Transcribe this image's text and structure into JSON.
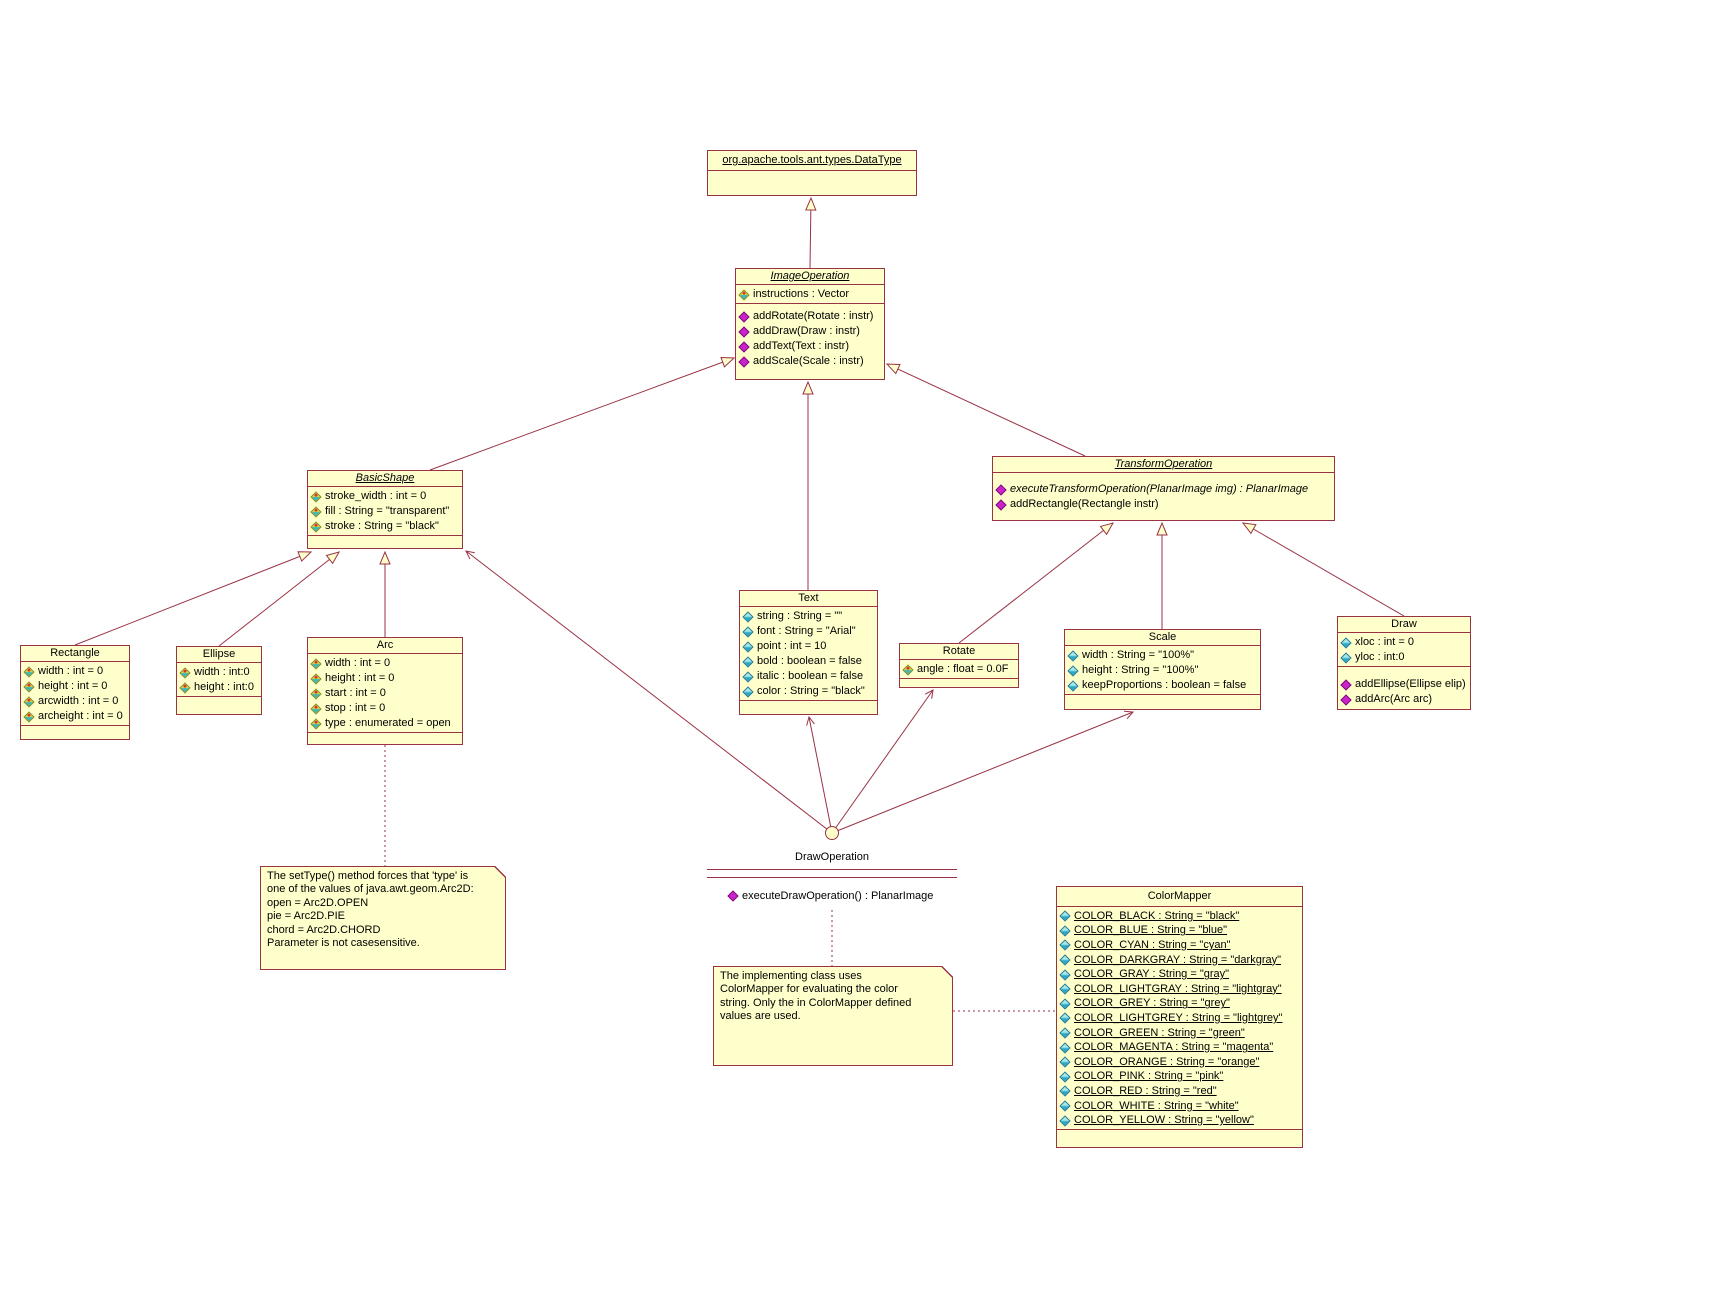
{
  "diagram": {
    "colors": {
      "box_fill": "#ffffcc",
      "box_border": "#993344",
      "connector": "#993344",
      "method_icon": "#cc22cc",
      "attr_icon_green": "#cccc44",
      "attr_icon_cyan": "#44bbcc",
      "text": "#000000"
    },
    "classes": {
      "datatype": {
        "name": "org.apache.tools.ant.types.DataType"
      },
      "image_operation": {
        "name": "ImageOperation",
        "attributes": [
          {
            "text": "instructions : Vector"
          }
        ],
        "methods": [
          {
            "text": "addRotate(Rotate : instr)"
          },
          {
            "text": "addDraw(Draw : instr)"
          },
          {
            "text": "addText(Text : instr)"
          },
          {
            "text": "addScale(Scale : instr)"
          }
        ]
      },
      "basic_shape": {
        "name": "BasicShape",
        "attributes": [
          {
            "text": "stroke_width : int = 0"
          },
          {
            "text": "fill : String = \"transparent\""
          },
          {
            "text": "stroke : String = \"black\""
          }
        ]
      },
      "transform_operation": {
        "name": "TransformOperation",
        "methods": [
          {
            "text": "executeTransformOperation(PlanarImage img) : PlanarImage",
            "style": "abstract"
          },
          {
            "text": "addRectangle(Rectangle instr)"
          }
        ]
      },
      "rectangle": {
        "name": "Rectangle",
        "attributes": [
          {
            "text": "width : int = 0"
          },
          {
            "text": "height : int = 0"
          },
          {
            "text": "arcwidth : int = 0"
          },
          {
            "text": "archeight : int = 0"
          }
        ]
      },
      "ellipse": {
        "name": "Ellipse",
        "attributes": [
          {
            "text": "width : int:0"
          },
          {
            "text": "height : int:0"
          }
        ]
      },
      "arc": {
        "name": "Arc",
        "attributes": [
          {
            "text": "width : int = 0"
          },
          {
            "text": "height : int = 0"
          },
          {
            "text": "start : int = 0"
          },
          {
            "text": "stop : int = 0"
          },
          {
            "text": "type : enumerated = open"
          }
        ]
      },
      "text": {
        "name": "Text",
        "attributes": [
          {
            "text": "string : String = \"\""
          },
          {
            "text": "font : String = \"Arial\""
          },
          {
            "text": "point : int = 10"
          },
          {
            "text": "bold : boolean = false"
          },
          {
            "text": "italic : boolean = false"
          },
          {
            "text": "color : String = \"black\""
          }
        ]
      },
      "rotate": {
        "name": "Rotate",
        "attributes": [
          {
            "text": "angle : float = 0.0F"
          }
        ]
      },
      "scale": {
        "name": "Scale",
        "attributes": [
          {
            "text": "width : String = \"100%\""
          },
          {
            "text": "height : String = \"100%\""
          },
          {
            "text": "keepProportions : boolean = false"
          }
        ]
      },
      "draw": {
        "name": "Draw",
        "attributes": [
          {
            "text": "xloc : int = 0"
          },
          {
            "text": "yloc : int:0"
          }
        ],
        "methods": [
          {
            "text": "addEllipse(Ellipse elip)"
          },
          {
            "text": "addArc(Arc arc)"
          }
        ]
      },
      "color_mapper": {
        "name": "ColorMapper",
        "attributes": [
          {
            "text": "COLOR_BLACK : String = \"black\""
          },
          {
            "text": "COLOR_BLUE : String = \"blue\""
          },
          {
            "text": "COLOR_CYAN : String = \"cyan\""
          },
          {
            "text": "COLOR_DARKGRAY : String = \"darkgray\""
          },
          {
            "text": "COLOR_GRAY : String = \"gray\""
          },
          {
            "text": "COLOR_LIGHTGRAY : String = \"lightgray\""
          },
          {
            "text": "COLOR_GREY : String = \"grey\""
          },
          {
            "text": "COLOR_LIGHTGREY : String = \"lightgrey\""
          },
          {
            "text": "COLOR_GREEN : String = \"green\""
          },
          {
            "text": "COLOR_MAGENTA : String = \"magenta\""
          },
          {
            "text": "COLOR_ORANGE : String = \"orange\""
          },
          {
            "text": "COLOR_PINK : String = \"pink\""
          },
          {
            "text": "COLOR_RED : String = \"red\""
          },
          {
            "text": "COLOR_WHITE : String = \"white\""
          },
          {
            "text": "COLOR_YELLOW : String = \"yellow\""
          }
        ]
      }
    },
    "interface": {
      "name": "DrawOperation",
      "method": "executeDrawOperation() : PlanarImage"
    },
    "notes": {
      "arc_type": {
        "lines": [
          "The setType() method forces that 'type' is",
          "one of the values of java.awt.geom.Arc2D:",
          "open = Arc2D.OPEN",
          "pie = Arc2D.PIE",
          "chord = Arc2D.CHORD",
          "Parameter is not casesensitive."
        ]
      },
      "color_mapper": {
        "lines": [
          "The implementing class uses",
          "ColorMapper for evaluating the color",
          "string. Only the in ColorMapper defined",
          "values are used."
        ]
      }
    }
  }
}
